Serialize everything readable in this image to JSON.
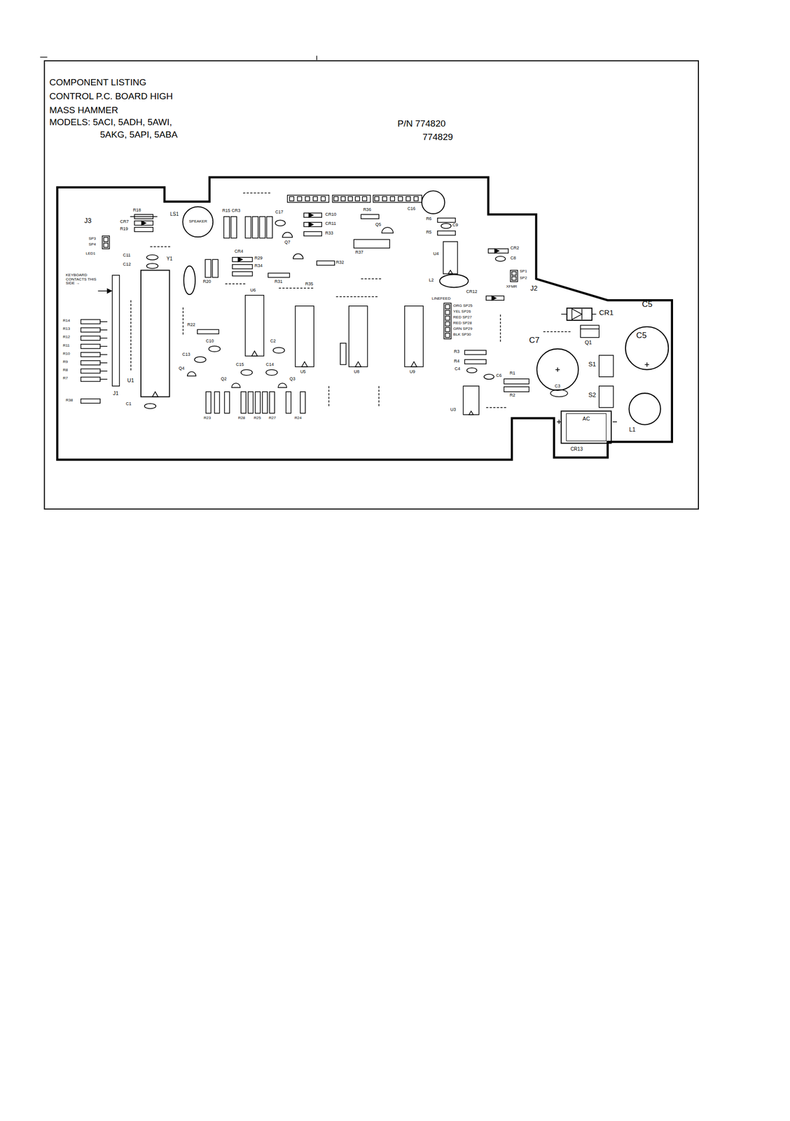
{
  "diagram": {
    "title": "COMPONENT LISTING CONTROL P.C. BOARD HIGH MASS HAMMER",
    "nodes": [
      {
        "text": [
          "SPEAKER"
        ]
      },
      {
        "text": [
          "AC"
        ]
      }
    ],
    "labels": [
      "P/N 774820",
      "774829",
      "MODELS: 5ACI, 5ADH, 5AWI,",
      "5AKG, 5API, 5ABA",
      "J3",
      "R18",
      "CR7",
      "R19",
      "SP3",
      "SP4",
      "LED1",
      "LS1",
      "R15",
      "CR3",
      "C17",
      "Q7",
      "CR10",
      "CR11",
      "R33",
      "R36",
      "Q5",
      "R37",
      "C16",
      "R6",
      "C9",
      "R5",
      "U4",
      "CR2",
      "C8",
      "SP1",
      "SP2",
      "XFMR",
      "L2",
      "CR12",
      "LINEFEED",
      "ORG SP25",
      "YEL SP26",
      "RED SP27",
      "RED SP28",
      "GRN SP29",
      "BLK SP30",
      "J2",
      "CR1",
      "C5",
      "C5",
      "C7",
      "Q1",
      "S1",
      "S2",
      "L1",
      "CR13",
      "R3",
      "R4",
      "C4",
      "C6",
      "R1",
      "R2",
      "C3",
      "U3",
      "KEYBOARD CONTACTS THIS SIDE →",
      "R14",
      "R13",
      "R12",
      "R11",
      "R10",
      "R9",
      "R8",
      "R7",
      "R38",
      "J1",
      "U1",
      "C1",
      "C11",
      "C12",
      "Y1",
      "R20",
      "CR4",
      "R29",
      "R34",
      "R31",
      "R32",
      "R35",
      "U6",
      "U5",
      "U8",
      "U9",
      "R22",
      "C10",
      "C2",
      "C13",
      "Q4",
      "C15",
      "C14",
      "Q2",
      "Q3",
      "R23",
      "R28",
      "R25",
      "R27",
      "R24"
    ]
  }
}
